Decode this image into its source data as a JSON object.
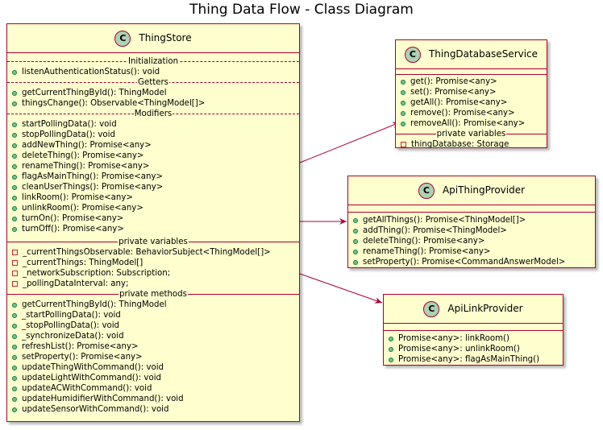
{
  "title": "Thing Data Flow - Class Diagram",
  "classes": {
    "thingstore": {
      "name": "ThingStore",
      "sections": [
        {
          "label": "Initialization",
          "members": [
            "listenAuthenticationStatus(): void"
          ]
        },
        {
          "label": "Getters",
          "members": [
            "getCurrentThingById(): ThingModel",
            "thingsChange(): Observable<ThingModel[]>"
          ]
        },
        {
          "label": "Modifiers",
          "members": [
            "startPollingData(): void",
            "stopPollingData(): void",
            "addNewThing(): Promise<any>",
            "deleteThing(): Promise<any>",
            "renameThing(): Promise<any>",
            "flagAsMainThing(): Promise<any>",
            "cleanUserThings(): Promise<any>",
            "linkRoom(): Promise<any>",
            "unlinkRoom(): Promise<any>",
            "turnOn(): Promise<any>",
            "turnOff(): Promise<any>"
          ]
        },
        {
          "label": "private variables",
          "members": [
            "_currentThingsObservable: BehaviorSubject<ThingModel[]>",
            "_currentThings: ThingModel[]",
            "_networkSubscription: Subscription;",
            "_pollingDataInterval: any;"
          ]
        },
        {
          "label": "private methods",
          "members": [
            "getCurrentThingById(): ThingModel",
            "_startPollingData(): void",
            "_stopPollingData(): void",
            "_synchronizeData(): void",
            "refreshList(): Promise<any>",
            "setProperty(): Promise<any>",
            "updateThingWithCommand(): void",
            "updateLightWithCommand(): void",
            "updateACWithCommand(): void",
            "updateHumidifierWithCommand(): void",
            "updateSensorWithCommand(): void"
          ]
        }
      ]
    },
    "thingdb": {
      "name": "ThingDatabaseService",
      "methods": [
        "get(): Promise<any>",
        "set(): Promise<any>",
        "getAll(): Promise<any>",
        "remove(): Promise<any>",
        "removeAll(): Promise<any>"
      ],
      "private_label": "private variables",
      "private_members": [
        "thingDatabase: Storage"
      ]
    },
    "apithing": {
      "name": "ApiThingProvider",
      "methods": [
        "getAllThings(): Promise<ThingModel[]>",
        "addThing(): Promise<ThingModel>",
        "deleteThing(): Promise<any>",
        "renameThing(): Promise<any>",
        "setProperty(): Promise<CommandAnswerModel>"
      ]
    },
    "apilink": {
      "name": "ApiLinkProvider",
      "methods": [
        "Promise<any>: linkRoom()",
        "Promise<any>: unlinkRoom()",
        "Promise<any>: flagAsMainThing()"
      ]
    }
  },
  "icon": "C"
}
